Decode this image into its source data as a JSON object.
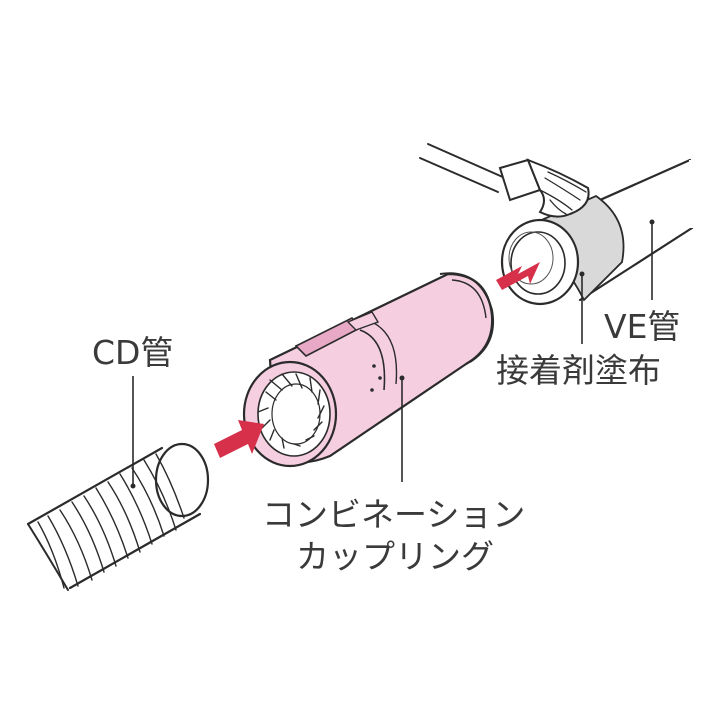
{
  "labels": {
    "cd_pipe": "CD管",
    "ve_pipe": "VE管",
    "adhesive": "接着剤塗布",
    "coupling_line1": "コンビネーション",
    "coupling_line2": "カップリング"
  },
  "colors": {
    "coupling_fill": "#f5cfe0",
    "coupling_shade": "#e8a9c6",
    "arrow": "#d6304a",
    "adhesive_band": "#d9d9d9",
    "outline": "#2b2b2b"
  },
  "icons": [
    "insertion-arrow",
    "adhesive-brush"
  ]
}
